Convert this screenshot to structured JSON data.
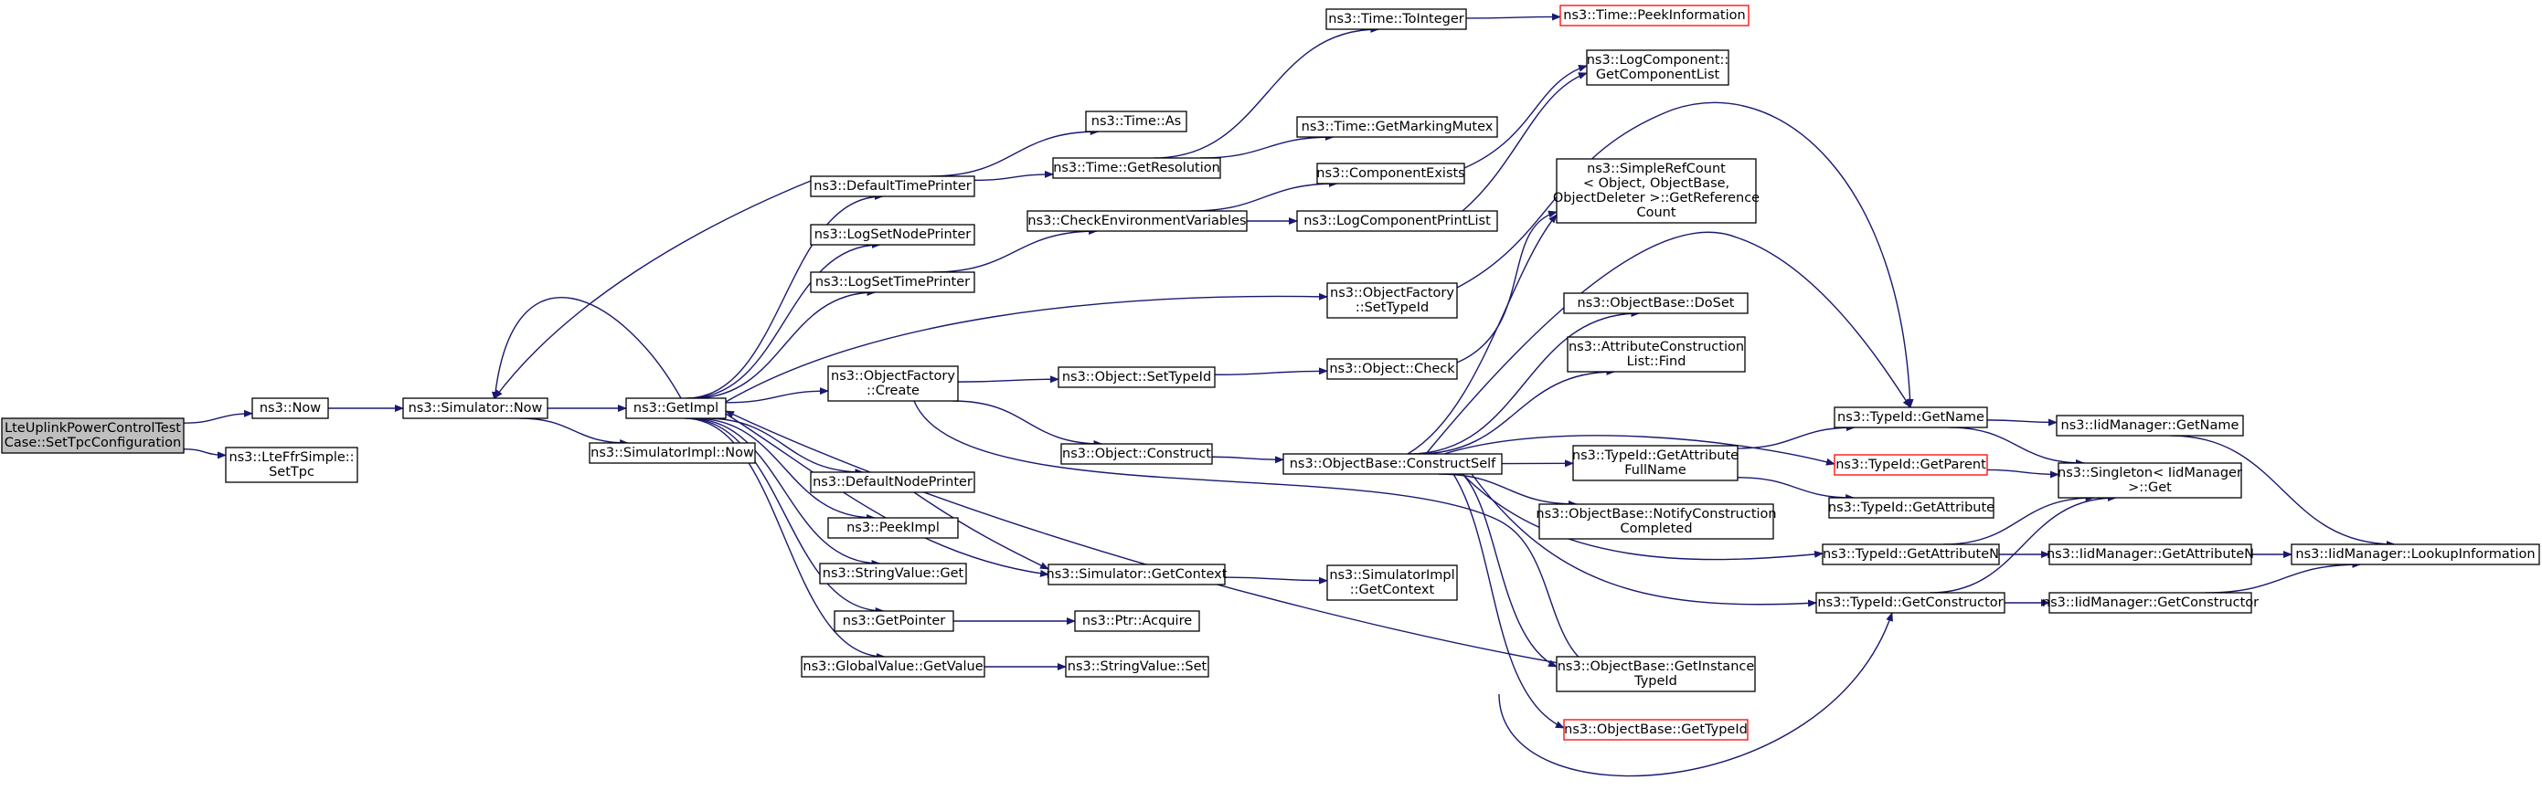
{
  "colors": {
    "edge": "#191970",
    "root_fill": "#bfbfbf",
    "border": "#000000",
    "red_border": "#ff0000"
  },
  "nodes": {
    "root": {
      "lines": [
        "LteUplinkPowerControlTest",
        "Case::SetTpcConfiguration"
      ]
    },
    "now": {
      "lines": [
        "ns3::Now"
      ]
    },
    "lteffr": {
      "lines": [
        "ns3::LteFfrSimple::",
        "SetTpc"
      ]
    },
    "simnow": {
      "lines": [
        "ns3::Simulator::Now"
      ]
    },
    "getimpl": {
      "lines": [
        "ns3::GetImpl"
      ]
    },
    "simimplnow": {
      "lines": [
        "ns3::SimulatorImpl::Now"
      ]
    },
    "dtp": {
      "lines": [
        "ns3::DefaultTimePrinter"
      ]
    },
    "lsnp": {
      "lines": [
        "ns3::LogSetNodePrinter"
      ]
    },
    "lstp": {
      "lines": [
        "ns3::LogSetTimePrinter"
      ]
    },
    "ofcreate": {
      "lines": [
        "ns3::ObjectFactory",
        "::Create"
      ]
    },
    "dnp": {
      "lines": [
        "ns3::DefaultNodePrinter"
      ]
    },
    "peekimpl": {
      "lines": [
        "ns3::PeekImpl"
      ]
    },
    "svget": {
      "lines": [
        "ns3::StringValue::Get"
      ]
    },
    "getptr": {
      "lines": [
        "ns3::GetPointer"
      ]
    },
    "gvget": {
      "lines": [
        "ns3::GlobalValue::GetValue"
      ]
    },
    "timeas": {
      "lines": [
        "ns3::Time::As"
      ]
    },
    "timegetres": {
      "lines": [
        "ns3::Time::GetResolution"
      ]
    },
    "toint": {
      "lines": [
        "ns3::Time::ToInteger"
      ]
    },
    "peekinfo": {
      "lines": [
        "ns3::Time::PeekInformation"
      ]
    },
    "markmutex": {
      "lines": [
        "ns3::Time::GetMarkingMutex"
      ]
    },
    "logcomplist": {
      "lines": [
        "ns3::LogComponent::",
        "GetComponentList"
      ]
    },
    "compexists": {
      "lines": [
        "ns3::ComponentExists"
      ]
    },
    "checkenv": {
      "lines": [
        "ns3::CheckEnvironmentVariables"
      ]
    },
    "logcompprint": {
      "lines": [
        "ns3::LogComponentPrintList"
      ]
    },
    "ofsettid": {
      "lines": [
        "ns3::ObjectFactory",
        "::SetTypeId"
      ]
    },
    "objsettid": {
      "lines": [
        "ns3::Object::SetTypeId"
      ]
    },
    "objcheck": {
      "lines": [
        "ns3::Object::Check"
      ]
    },
    "objconstruct": {
      "lines": [
        "ns3::Object::Construct"
      ]
    },
    "obconstructself": {
      "lines": [
        "ns3::ObjectBase::ConstructSelf"
      ]
    },
    "simgetctx": {
      "lines": [
        "ns3::Simulator::GetContext"
      ]
    },
    "simimplgetctx": {
      "lines": [
        "ns3::SimulatorImpl",
        "::GetContext"
      ]
    },
    "ptracquire": {
      "lines": [
        "ns3::Ptr::Acquire"
      ]
    },
    "svset": {
      "lines": [
        "ns3::StringValue::Set"
      ]
    },
    "simplerefcount": {
      "lines": [
        "ns3::SimpleRefCount",
        "< Object, ObjectBase,",
        "ObjectDeleter >::GetReference",
        "Count"
      ]
    },
    "obdoset": {
      "lines": [
        "ns3::ObjectBase::DoSet"
      ]
    },
    "attrconstruct": {
      "lines": [
        "ns3::AttributeConstruction",
        "List::Find"
      ]
    },
    "tidgetattrfull": {
      "lines": [
        "ns3::TypeId::GetAttribute",
        "FullName"
      ]
    },
    "obnotify": {
      "lines": [
        "ns3::ObjectBase::NotifyConstruction",
        "Completed"
      ]
    },
    "obgetinst": {
      "lines": [
        "ns3::ObjectBase::GetInstance",
        "TypeId"
      ]
    },
    "obgettid": {
      "lines": [
        "ns3::ObjectBase::GetTypeId"
      ]
    },
    "tidgetname": {
      "lines": [
        "ns3::TypeId::GetName"
      ]
    },
    "tidgetparent": {
      "lines": [
        "ns3::TypeId::GetParent"
      ]
    },
    "tidgetattr": {
      "lines": [
        "ns3::TypeId::GetAttribute"
      ]
    },
    "tidgetattrn": {
      "lines": [
        "ns3::TypeId::GetAttributeN"
      ]
    },
    "tidgetctor": {
      "lines": [
        "ns3::TypeId::GetConstructor"
      ]
    },
    "iidgetname": {
      "lines": [
        "ns3::IidManager::GetName"
      ]
    },
    "singletonget": {
      "lines": [
        "ns3::Singleton< IidManager",
        ">::Get"
      ]
    },
    "iidgetattrn": {
      "lines": [
        "ns3::IidManager::GetAttributeN"
      ]
    },
    "iidgetctor": {
      "lines": [
        "ns3::IidManager::GetConstructor"
      ]
    },
    "iidlookup": {
      "lines": [
        "ns3::IidManager::LookupInformation"
      ]
    }
  }
}
